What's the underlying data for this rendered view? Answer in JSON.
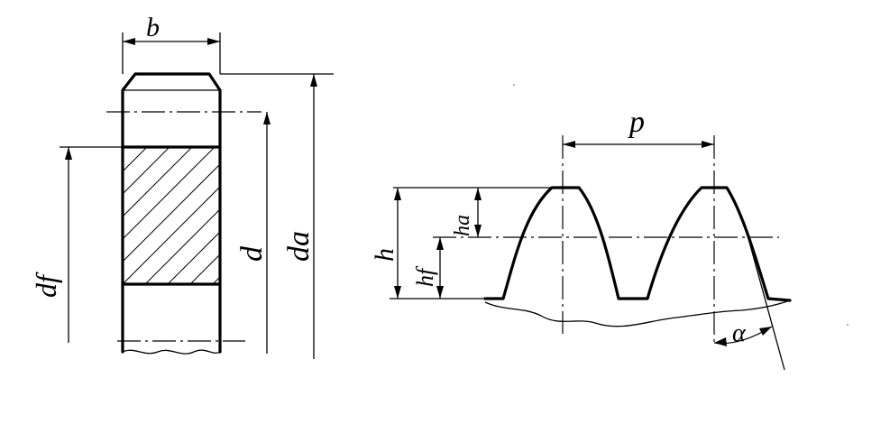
{
  "labels": {
    "width": "b",
    "root_diameter": "df",
    "pitch_diameter": "d",
    "tip_diameter": "da",
    "pitch": "p",
    "tooth_height": "h",
    "addendum": "ha",
    "dedendum": "hf",
    "pressure_angle": "α"
  }
}
